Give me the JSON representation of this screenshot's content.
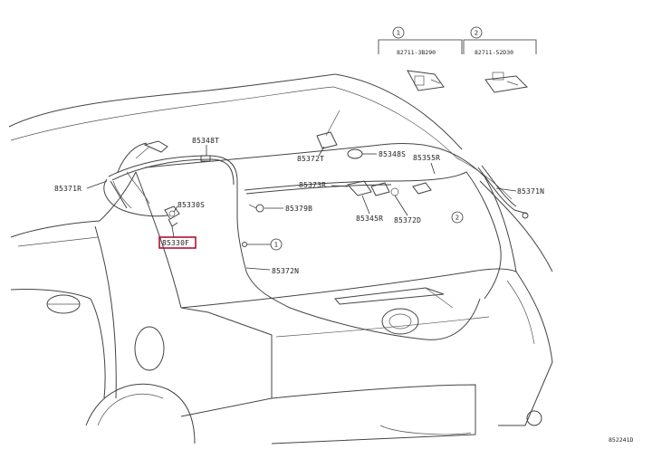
{
  "diagram": {
    "highlighted_part": "85330F",
    "reference_code": "852241D",
    "parts": {
      "p85348T": "85348T",
      "p85371R": "85371R",
      "p85330S": "85330S",
      "p85330F": "85330F",
      "p85372N": "85372N",
      "p85372T": "85372T",
      "p85348S": "85348S",
      "p85355R": "85355R",
      "p85373R": "85373R",
      "p85379B": "85379B",
      "p85345R": "85345R",
      "p85372D": "85372D",
      "p85371N": "85371N"
    },
    "insets": [
      {
        "number": "1",
        "part": "82711-3B290"
      },
      {
        "number": "2",
        "part": "82711-52D30"
      }
    ],
    "callouts": {
      "c1": "1",
      "c2": "2"
    }
  }
}
